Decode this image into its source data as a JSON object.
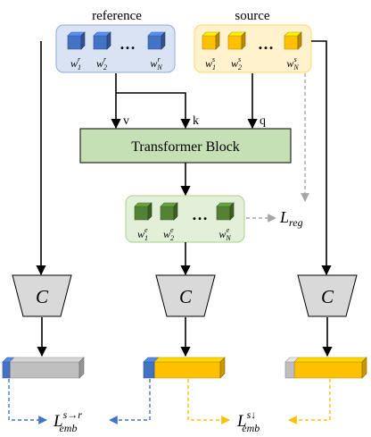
{
  "groups": {
    "reference": {
      "label": "reference",
      "ellipsis": "…",
      "tokens": [
        {
          "base": "w",
          "sub": "1",
          "sup": "r"
        },
        {
          "base": "w",
          "sub": "2",
          "sup": "r"
        },
        {
          "base": "w",
          "sub": "N",
          "sup": "r"
        }
      ]
    },
    "source": {
      "label": "source",
      "ellipsis": "…",
      "tokens": [
        {
          "base": "w",
          "sub": "1",
          "sup": "s"
        },
        {
          "base": "w",
          "sub": "2",
          "sup": "s"
        },
        {
          "base": "w",
          "sub": "N",
          "sup": "s"
        }
      ]
    },
    "edited": {
      "ellipsis": "…",
      "tokens": [
        {
          "base": "w",
          "sub": "1",
          "sup": "e"
        },
        {
          "base": "w",
          "sub": "2",
          "sup": "e"
        },
        {
          "base": "w",
          "sub": "N",
          "sup": "e"
        }
      ]
    }
  },
  "transformer": {
    "label": "Transformer Block"
  },
  "attention_inputs": {
    "v": "v",
    "k": "k",
    "q": "q"
  },
  "classifier": {
    "label": "C"
  },
  "losses": {
    "reg": {
      "base": "L",
      "sub": "reg"
    },
    "emb_transfer": {
      "base": "L",
      "sub": "emb",
      "sup": "s→r"
    },
    "emb_preserve": {
      "base": "L",
      "sub": "emb",
      "sup": "s↓"
    }
  },
  "colors": {
    "blue_cube": "#4472c4",
    "yellow_cube": "#ffc000",
    "green_cube": "#548235",
    "ref_panel_bg": "#dae3f3",
    "src_panel_bg": "#fff2cc",
    "edit_panel_bg": "#e2f0d9",
    "transformer_bg": "#c5e0b4",
    "classifier_bg": "#d9d9d9",
    "embedding_gray": "#bfbfbf",
    "dashed_blue": "#4472c4",
    "dashed_yellow": "#ffc000",
    "dashed_gray": "#a6a6a6"
  }
}
